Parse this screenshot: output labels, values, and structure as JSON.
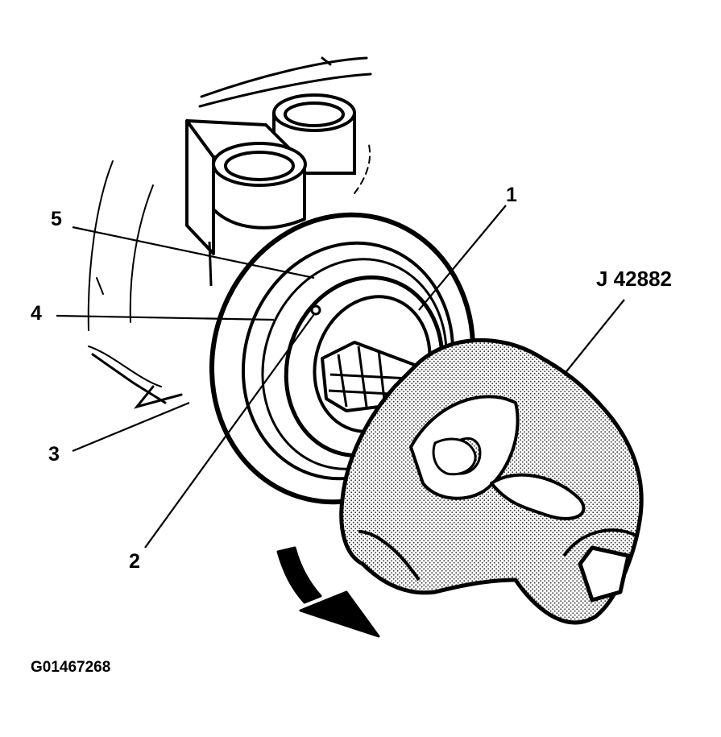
{
  "diagram": {
    "callouts": [
      {
        "id": "1",
        "text": "1"
      },
      {
        "id": "2",
        "text": "2"
      },
      {
        "id": "3",
        "text": "3"
      },
      {
        "id": "4",
        "text": "4"
      },
      {
        "id": "5",
        "text": "5"
      }
    ],
    "tool_label": "J 42882",
    "figure_id": "G01467268",
    "colors": {
      "ink": "#000000",
      "paper": "#ffffff",
      "stipple": "#9a9a9a"
    }
  }
}
